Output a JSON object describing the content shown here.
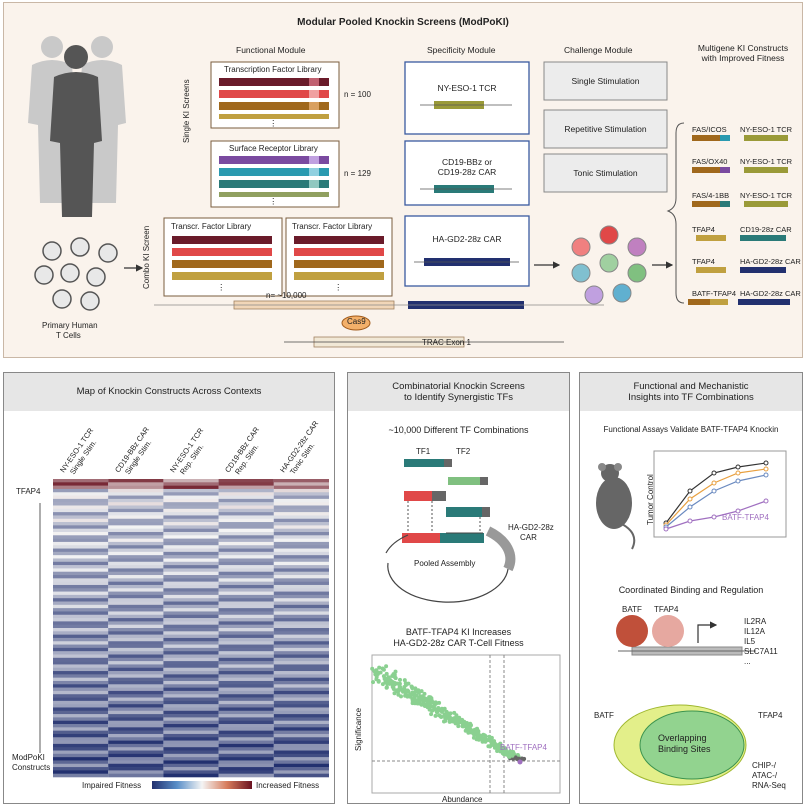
{
  "main_title": "Modular Pooled Knockin Screens (ModPoKI)",
  "top": {
    "functional_module": "Functional Module",
    "specificity_module": "Specificity Module",
    "challenge_module": "Challenge Module",
    "multigene_title_1": "Multigene KI Constructs",
    "multigene_title_2": "with Improved Fitness",
    "single_ki_screens": "Single KI Screens",
    "combo_ki_screen": "Combo KI Screen",
    "tf_library": "Transcription Factor Library",
    "n_tf": "n = 100",
    "surface_library": "Surface Receptor Library",
    "n_surface": "n = 129",
    "combo_lib_left": "Transcr. Factor Library",
    "combo_lib_right": "Transcr. Factor Library",
    "n_combo": "n= ~10,000",
    "cas9": "Cas9",
    "trac": "TRAC Exon 1",
    "primary_1": "Primary Human",
    "primary_2": "T Cells",
    "spec": [
      "NY-ESO-1 TCR",
      "CD19-BBz or",
      "CD19-28z CAR",
      "HA-GD2-28z CAR"
    ],
    "challenge": [
      "Single Stimulation",
      "Repetitive Stimulation",
      "Tonic Stimulation"
    ],
    "constructs": [
      {
        "a": "FAS/ICOS",
        "b": "NY-ESO-1 TCR"
      },
      {
        "a": "FAS/OX40",
        "b": "NY-ESO-1 TCR"
      },
      {
        "a": "FAS/4-1BB",
        "b": "NY-ESO-1 TCR"
      },
      {
        "a": "TFAP4",
        "b": "CD19-28z CAR"
      },
      {
        "a": "TFAP4",
        "b": "HA-GD2-28z CAR"
      },
      {
        "a": "BATF-TFAP4",
        "b": "HA-GD2-28z CAR"
      }
    ],
    "dots": "⋮"
  },
  "map": {
    "title": "Map of Knockin Constructs Across Contexts",
    "columns": [
      {
        "l1": "NY-ESO-1 TCR",
        "l2": "Single Stim."
      },
      {
        "l1": "CD19-BBz CAR",
        "l2": "Single Stim."
      },
      {
        "l1": "NY-ESO-1 TCR",
        "l2": "Rep. Stim."
      },
      {
        "l1": "CD19-BBz CAR",
        "l2": "Rep. Stim."
      },
      {
        "l1": "HA-GD2-28z CAR",
        "l2": "Tonic Stim."
      }
    ],
    "tfap4": "TFAP4",
    "modpoki_1": "ModPoKI",
    "modpoki_2": "Constructs",
    "impaired": "Impaired Fitness",
    "increased": "Increased Fitness"
  },
  "combo": {
    "title_1": "Combinatorial Knockin Screens",
    "title_2": "to Identify Synergistic TFs",
    "subtitle": "~10,000 Different TF Combinations",
    "tf1": "TF1",
    "tf2": "TF2",
    "car_1": "HA-GD2-28z",
    "car_2": "CAR",
    "pooled": "Pooled Assembly",
    "plot_title_1": "BATF-TFAP4 KI Increases",
    "plot_title_2": "HA-GD2-28z CAR T-Cell Fitness",
    "ylabel": "Significance",
    "xlabel": "Abundance",
    "highlight": "BATF-TFAP4"
  },
  "func": {
    "title_1": "Functional and Mechanistic",
    "title_2": "Insights into TF Combinations",
    "assays": "Functional Assays Validate BATF-TFAP4 Knockin",
    "tumor_control": "Tumor Control",
    "highlight": "BATF-TFAP4",
    "binding_title": "Coordinated Binding and Regulation",
    "batf": "BATF",
    "tfap4": "TFAP4",
    "genes": [
      "IL2RA",
      "IL12A",
      "IL5",
      "SLC7A11",
      "..."
    ],
    "venn_left": "BATF",
    "venn_right": "TFAP4",
    "venn_1": "Overlapping",
    "venn_2": "Binding Sites",
    "chip": [
      "CHIP-/",
      "ATAC-/",
      "RNA-Seq"
    ]
  },
  "colors": {
    "green": "#7dc17c",
    "purple": "#a070c0",
    "navy": "#22306f",
    "olive": "#9a9a38",
    "teal": "#2a7a78"
  }
}
